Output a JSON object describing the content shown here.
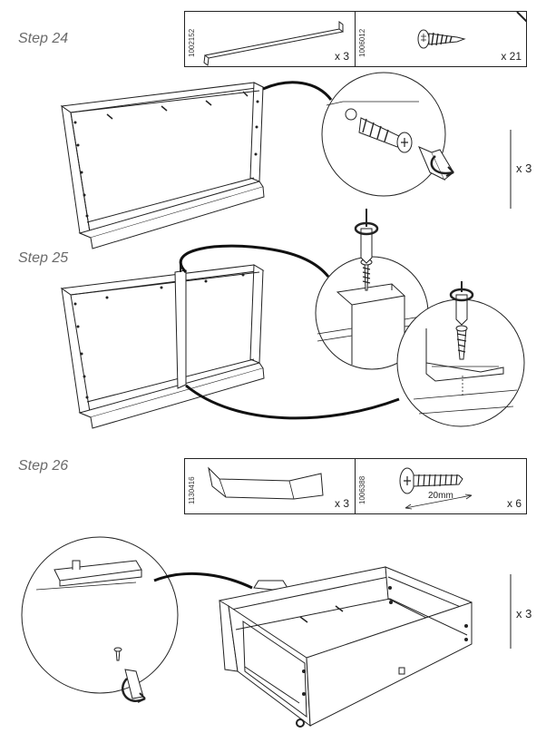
{
  "steps": [
    {
      "label": "Step 24",
      "parts": [
        {
          "code": "1002152",
          "qty": "x 3"
        },
        {
          "code": "1006012",
          "qty": "x 21"
        }
      ],
      "repeat": "x 3"
    },
    {
      "label": "Step 25",
      "parts": [],
      "repeat": ""
    },
    {
      "label": "Step 26",
      "parts": [
        {
          "code": "1130416",
          "qty": "x 3"
        },
        {
          "code": "1006388",
          "qty": "x 6",
          "dimension": "20mm"
        }
      ],
      "repeat": "x 3"
    }
  ]
}
